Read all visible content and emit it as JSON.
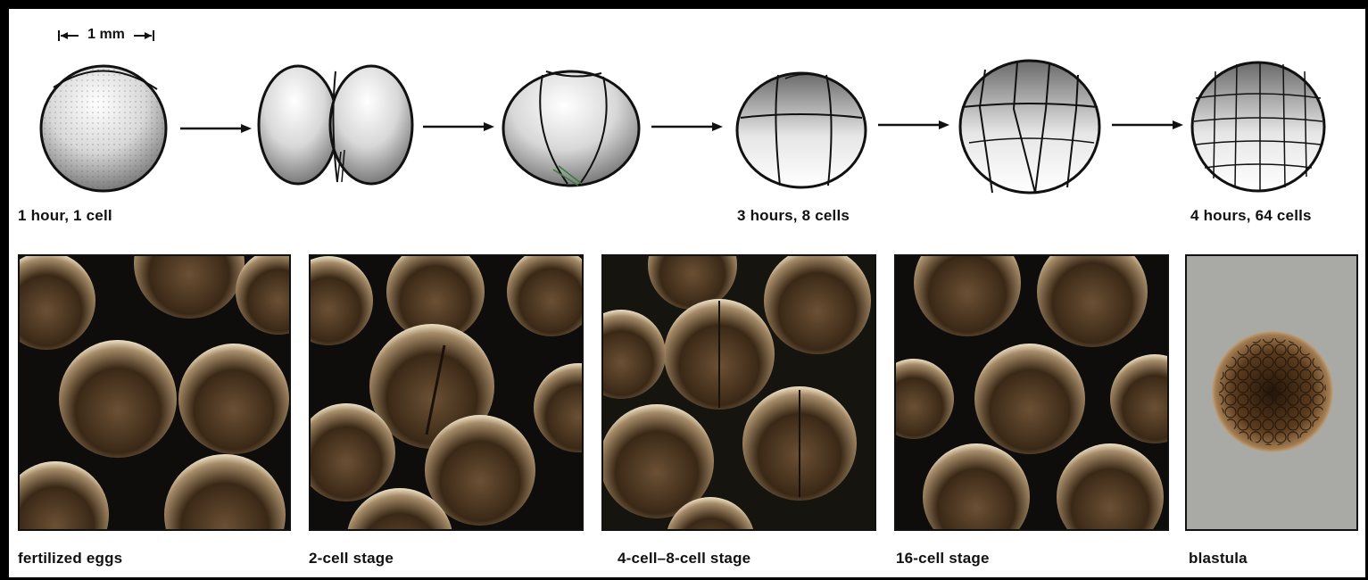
{
  "scale_bar": {
    "label": "1 mm"
  },
  "drawing_captions": {
    "stage_1": "1 hour, 1 cell",
    "stage_4": "3 hours, 8 cells",
    "stage_6": "4 hours, 64 cells"
  },
  "photo_captions": [
    "fertilized eggs",
    "2-cell stage",
    "4-cell–8-cell stage",
    "16-cell stage",
    "blastula"
  ],
  "colors": {
    "photo_background": "#0e0d0b",
    "egg_dark": "#2b1c10",
    "egg_light": "#f2e6cf",
    "blastula_background": "#a9a9a6"
  }
}
